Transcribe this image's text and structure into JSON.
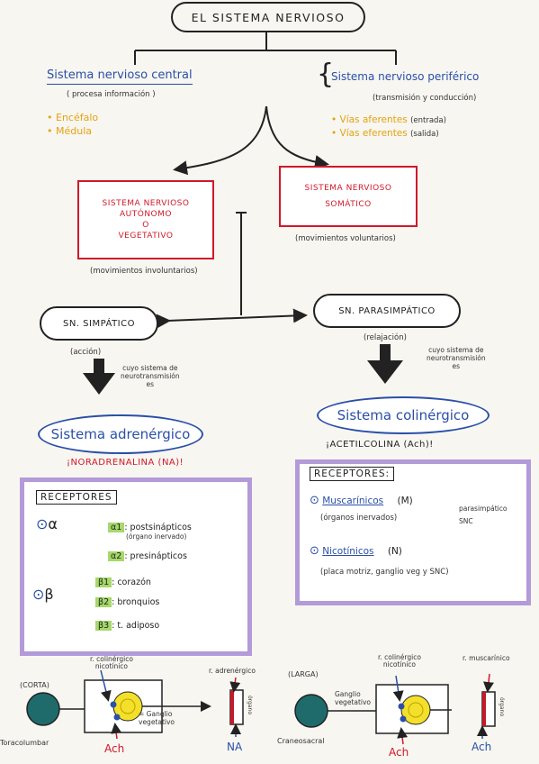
{
  "title": "EL SISTEMA NERVIOSO",
  "central": {
    "label": "Sistema nervioso central",
    "note": "( procesa información )",
    "items": [
      "Encéfalo",
      "Médula"
    ]
  },
  "peripheral": {
    "label": "Sistema nervioso periférico",
    "note": "(transmisión y conducción)",
    "items": [
      {
        "label": "Vías aferentes",
        "note": "(entrada)"
      },
      {
        "label": "Vías eferentes",
        "note": "(salida)"
      }
    ]
  },
  "autonomo": {
    "lines": [
      "SISTEMA NERVIOSO",
      "AUTÓNOMO",
      "O",
      "VEGETATIVO"
    ],
    "note": "(movimientos involuntarios)"
  },
  "somatico": {
    "lines": [
      "SISTEMA NERVIOSO",
      "SOMÁTICO"
    ],
    "note": "(movimientos voluntarios)"
  },
  "simpatico": {
    "label": "SN. SIMPÁTICO",
    "note": "(acción)",
    "relation": [
      "cuyo sistema de",
      "neurotransmisión",
      "es"
    ],
    "system": "Sistema adrenérgico",
    "neurotransmitter": "¡NORADRENALINA (NA)!"
  },
  "parasimpatico": {
    "label": "SN. PARASIMPÁTICO",
    "note": "(relajación)",
    "relation": [
      "cuyo sistema de",
      "neurotransmisión",
      "es"
    ],
    "system": "Sistema colinérgico",
    "neurotransmitter": "¡ACETILCOLINA (Ach)!"
  },
  "receptores_left": {
    "heading": "RECEPTORES",
    "alpha": {
      "symbol": "α",
      "items": [
        {
          "tag": "α1",
          "text": ": postsinápticos",
          "sub": "(órgano inervado)"
        },
        {
          "tag": "α2",
          "text": ": presinápticos",
          "sub": ""
        }
      ]
    },
    "beta": {
      "symbol": "β",
      "items": [
        {
          "tag": "β1",
          "text": ": corazón"
        },
        {
          "tag": "β2",
          "text": ": bronquios"
        },
        {
          "tag": "β3",
          "text": ": t. adiposo"
        }
      ]
    }
  },
  "receptores_right": {
    "heading": "RECEPTORES:",
    "muscarinicos": {
      "label": "Muscarínicos",
      "code": "(M)",
      "note": "(órganos inervados)",
      "targets": [
        "parasimpático",
        "SNC"
      ]
    },
    "nicotinicos": {
      "label": "Nicotínicos",
      "code": "(N)",
      "note": "(placa motriz, ganglio veg y SNC)"
    }
  },
  "left_diagram": {
    "type_label": "(CORTA)",
    "origin": "Toracolumbar",
    "receptor_top": [
      "r. colinérgico",
      "nicotínico"
    ],
    "ganglion": [
      "= Ganglio",
      "vegetativo"
    ],
    "receptor_right": "r. adrenérgico",
    "organ": "órgano",
    "bottom_left": "Ach",
    "bottom_right": "NA"
  },
  "right_diagram": {
    "type_label": "(LARGA)",
    "origin": "Craneosacral",
    "receptor_top": [
      "r. colinérgico",
      "nicotínico"
    ],
    "ganglion": [
      "Ganglio",
      "vegetativo"
    ],
    "receptor_right": "r. muscarínico",
    "organ": "órgano",
    "bottom_left": "Ach",
    "bottom_right": "Ach"
  },
  "colors": {
    "blue": "#2a4fa8",
    "red": "#d0182a",
    "orange": "#e6a20f",
    "purple": "#b39ad8",
    "green": "#a6d96a"
  }
}
